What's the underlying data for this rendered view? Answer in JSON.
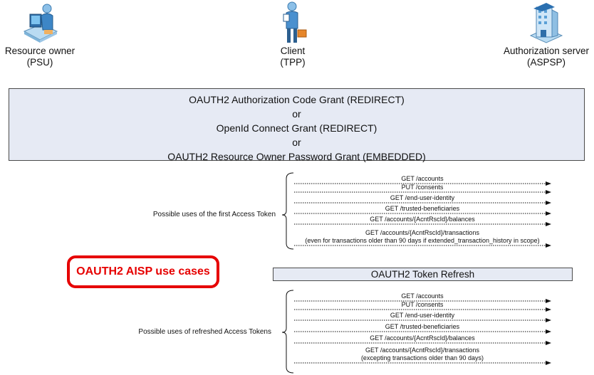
{
  "actors": {
    "psu": {
      "name": "Resource owner",
      "role": "(PSU)",
      "icon": "user-at-computer-icon"
    },
    "tpp": {
      "name": "Client",
      "role": "(TPP)",
      "icon": "person-with-briefcase-icon"
    },
    "aspsp": {
      "name": "Authorization server",
      "role": "(ASPSP)",
      "icon": "bank-building-icon"
    }
  },
  "grant_box": {
    "lines": [
      "OAUTH2 Authorization Code Grant (REDIRECT)",
      "or",
      "OpenId Connect Grant (REDIRECT)",
      "or",
      "OAUTH2 Resource Owner Password Grant (EMBEDDED)"
    ]
  },
  "use_cases_badge": "OAUTH2 AISP use cases",
  "refresh_box": "OAUTH2 Token Refresh",
  "groups": [
    {
      "label": "Possible uses of the first Access Token",
      "messages": [
        [
          "GET /accounts"
        ],
        [
          "PUT /consents"
        ],
        [
          "GET /end-user-identity"
        ],
        [
          "GET /trusted-beneficiaries"
        ],
        [
          "GET /accounts/{AcntRscId}/balances"
        ],
        [
          "GET /accounts/{AcntRscId}/transactions",
          "(even for transactions older than 90 days if extended_transaction_history in scope)"
        ]
      ]
    },
    {
      "label": "Possible uses of refreshed Access Tokens",
      "messages": [
        [
          "GET /accounts"
        ],
        [
          "PUT /consents"
        ],
        [
          "GET /end-user-identity"
        ],
        [
          "GET /trusted-beneficiaries"
        ],
        [
          "GET /accounts/{AcntRscId}/balances"
        ],
        [
          "GET /accounts/{AcntRscId}/transactions",
          "(excepting transactions older than 90 days)"
        ]
      ]
    }
  ]
}
